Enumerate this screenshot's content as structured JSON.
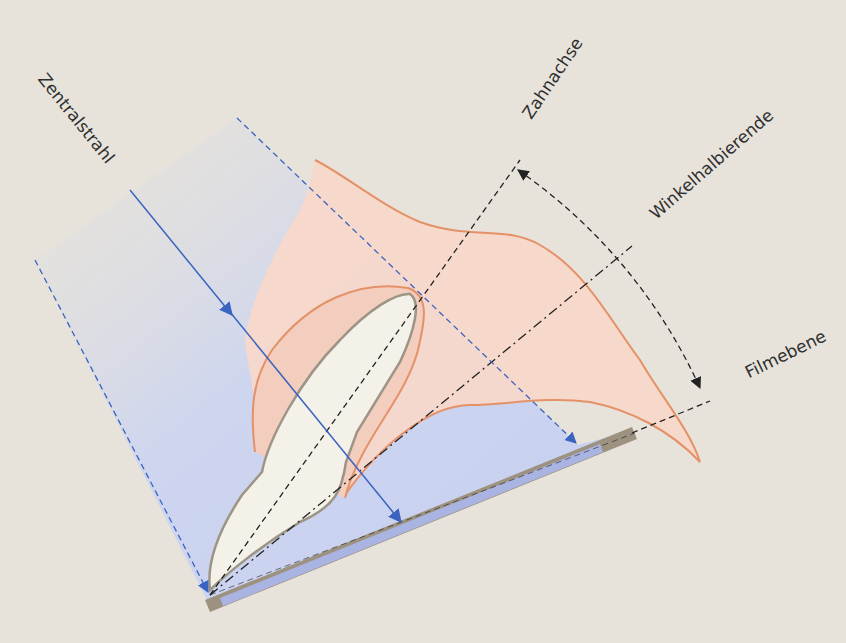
{
  "diagram": {
    "labels": [
      "Zentralstrahl",
      "Zahnachse",
      "Winkelhalbierende",
      "Filmebene"
    ]
  }
}
